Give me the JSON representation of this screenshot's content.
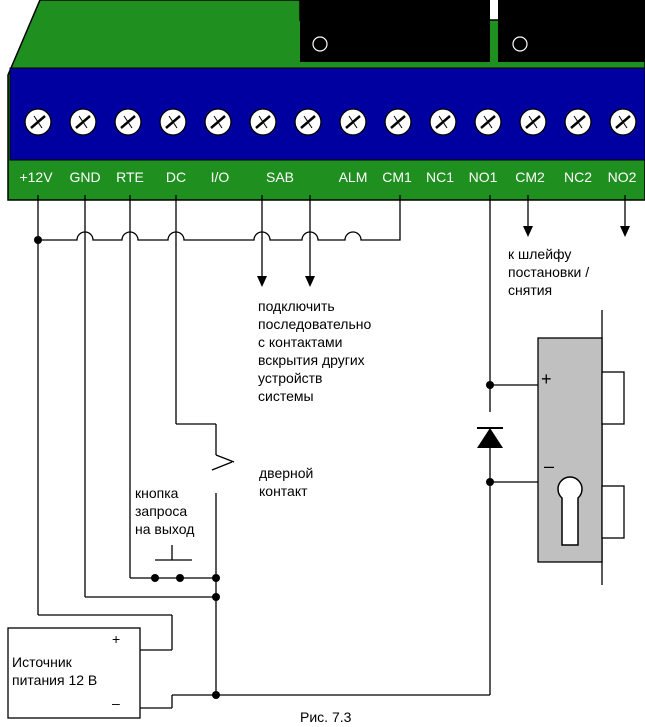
{
  "terminals": [
    "+12V",
    "GND",
    "RTE",
    "DC",
    "I/O",
    "SAB",
    "ALM",
    "CM1",
    "NC1",
    "NO1",
    "CM2",
    "NC2",
    "NO2"
  ],
  "notes": {
    "sab_note": "подключить\nпоследовательно\nс контактами\nвскрытия других\nустройств\nсистемы",
    "loop_note": "к шлейфу\nпостановки /\nснятия",
    "door_contact": "дверной\nконтакт",
    "exit_button": "кнопка\nзапроса\nна выход",
    "psu": "Источник\nпитания 12 В"
  },
  "signs": {
    "psu_plus": "+",
    "psu_minus": "–",
    "lock_plus": "+",
    "lock_minus": "–"
  },
  "caption": "Рис. 7.3",
  "colors": {
    "board": "#1f8f1f",
    "terminal_strip": "#0000a0",
    "relay": "#000000",
    "lock_body": "#c0c0c0"
  }
}
